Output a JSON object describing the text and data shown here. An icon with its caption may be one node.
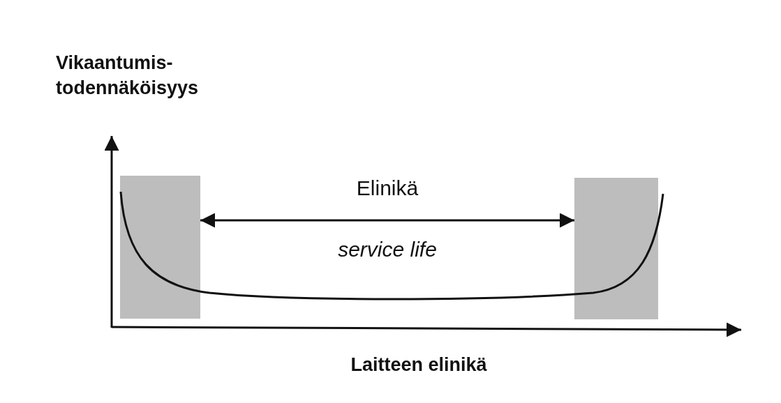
{
  "diagram": {
    "nodes": [
      {
        "text": [],
        "shape": "box"
      },
      {
        "text": [],
        "shape": "box"
      }
    ],
    "edges": [
      {
        "from": 0,
        "to": 1,
        "arrow": "both"
      }
    ],
    "labels": [
      "Vikaantumis- todennäköisyys",
      "Elinikä",
      "service life",
      "Laitteen elinikä"
    ]
  }
}
